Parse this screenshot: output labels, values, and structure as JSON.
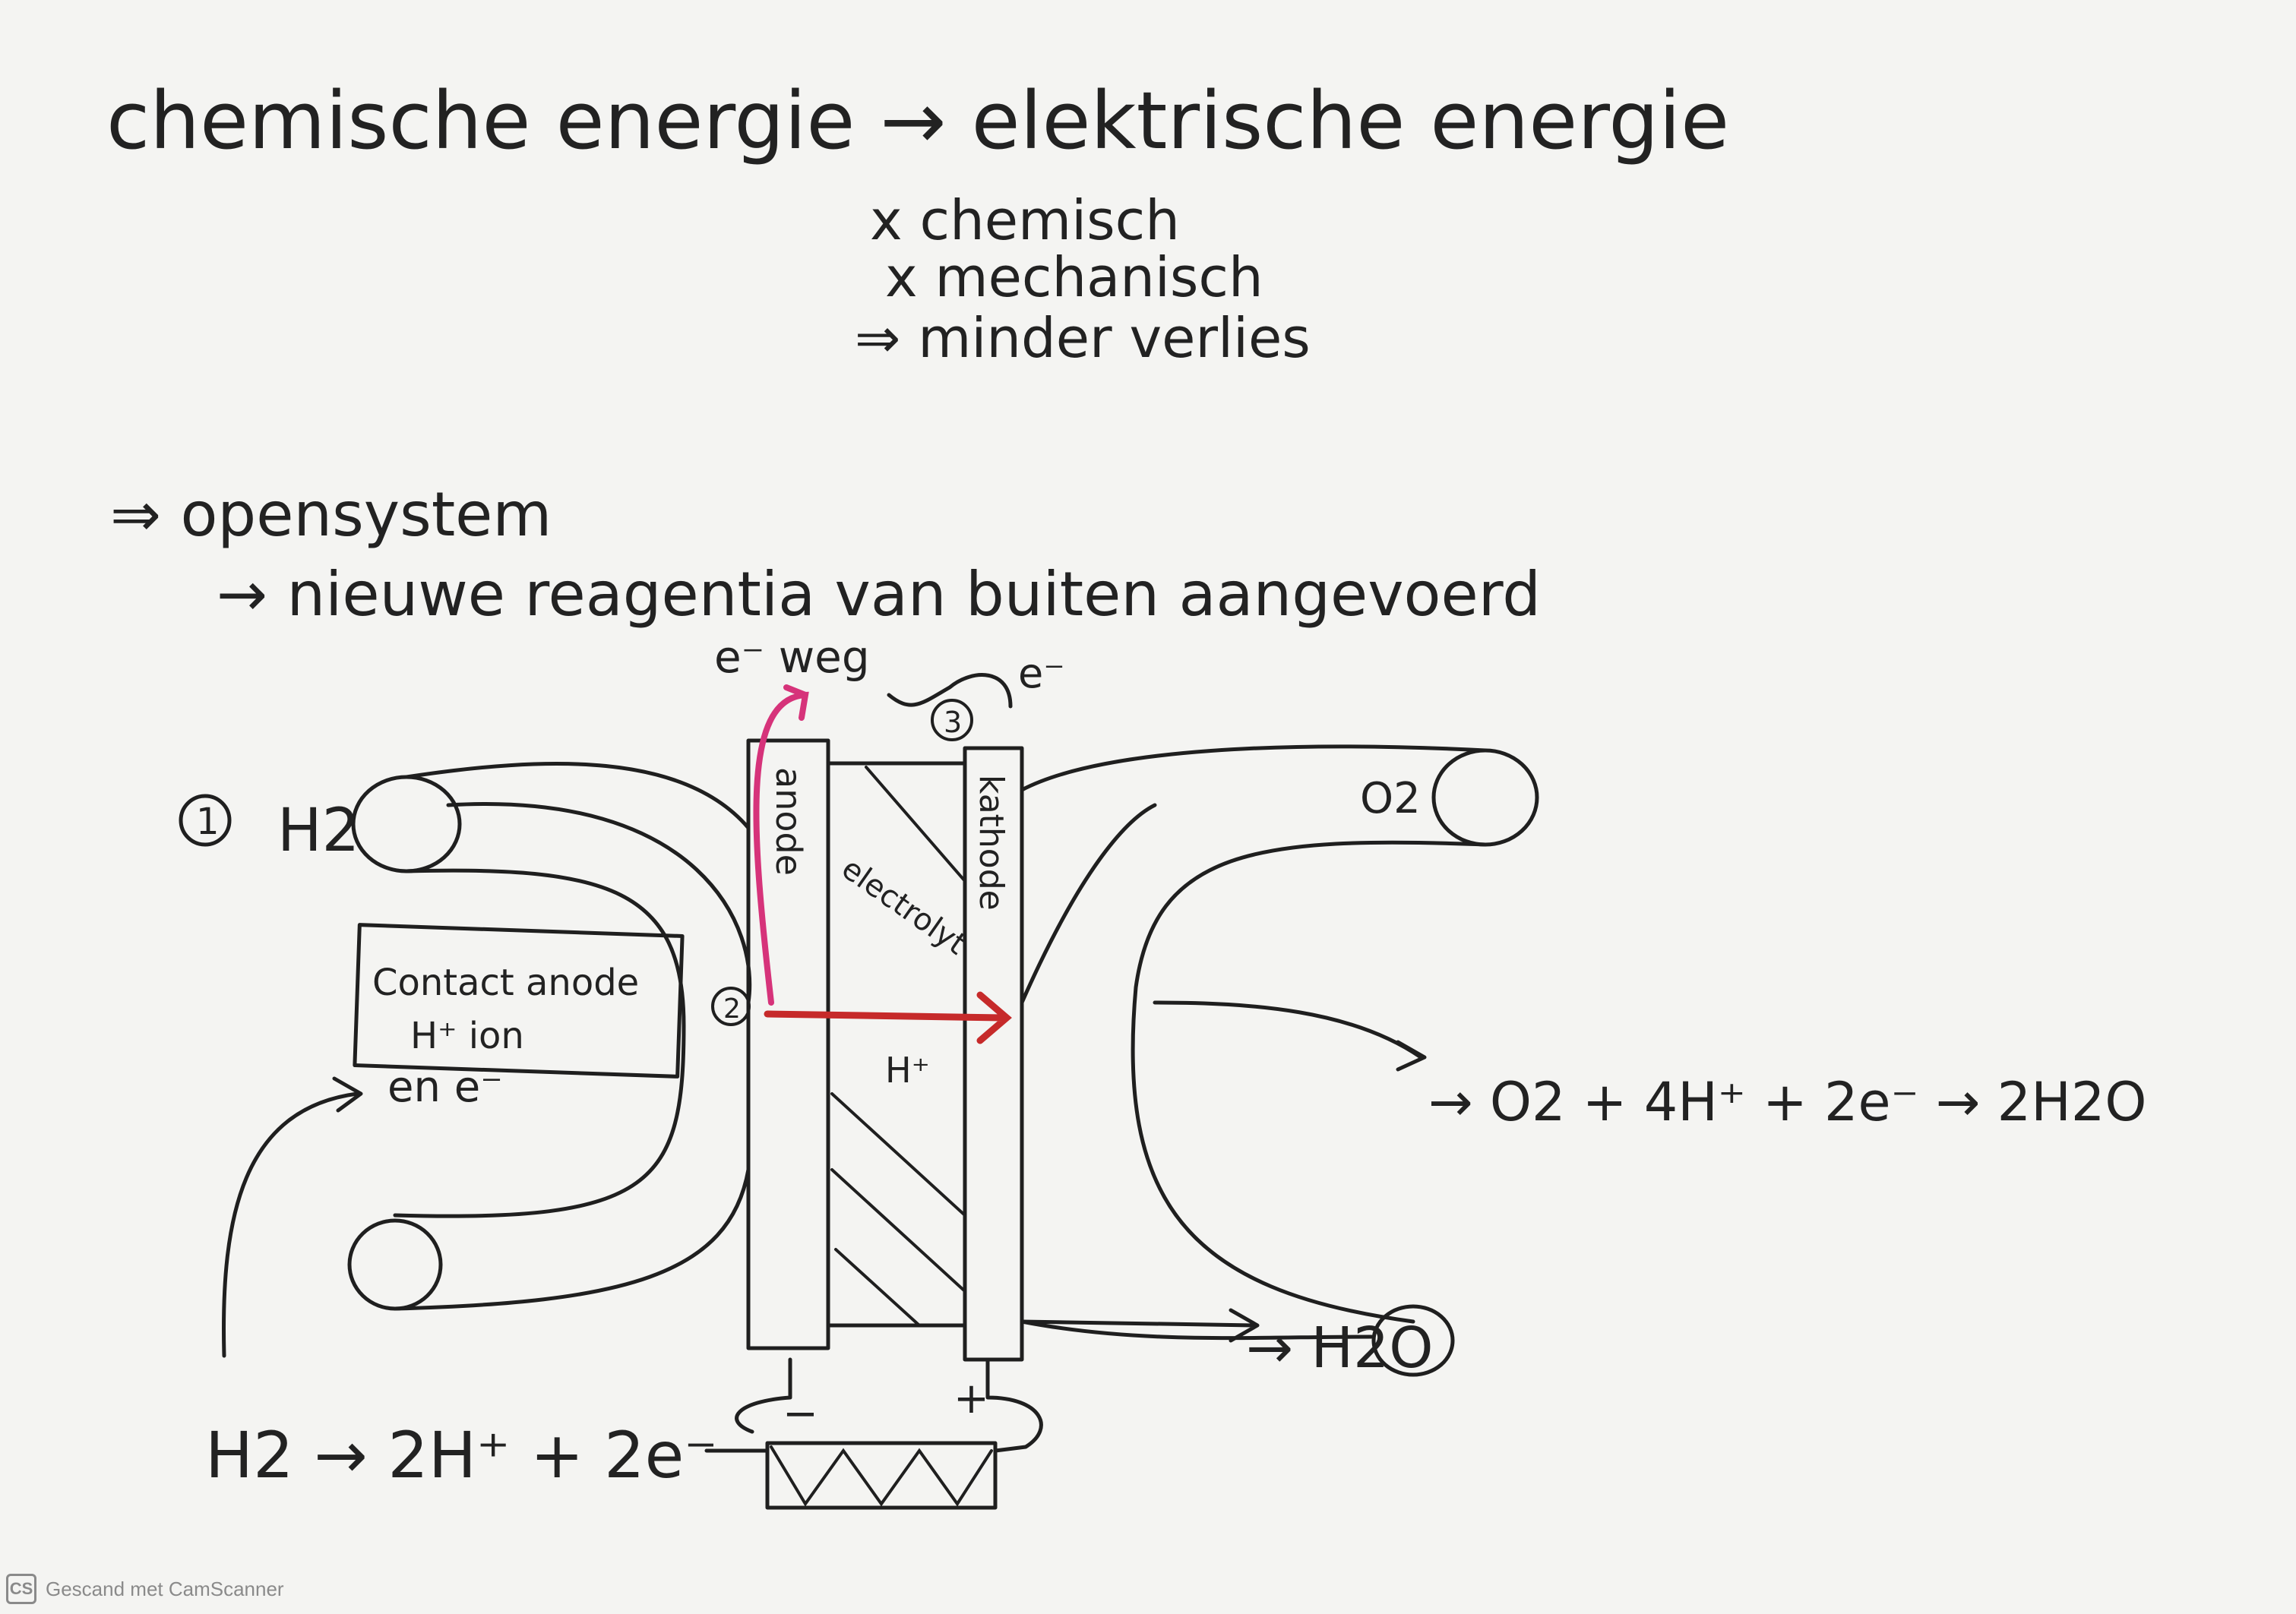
{
  "notes": {
    "title": "chemische energie → elektrische energie",
    "list": [
      "x chemisch",
      "x mechanisch",
      "⇒ minder verlies"
    ],
    "open_system": "⇒ opensystem",
    "open_system_detail": "→ nieuwe reagentia van buiten aangevoerd"
  },
  "diagram": {
    "step1": "1",
    "step2": "2",
    "step3": "3",
    "h2_in": "H2",
    "o2_in": "O2",
    "e_weg": "e⁻ weg",
    "e_minus": "e⁻",
    "anode": "anode",
    "kathode": "kathode",
    "electrolyt": "electrolyt",
    "h_plus": "H⁺",
    "contact_box_line1": "Contact anode",
    "contact_box_line2": "H⁺ ion",
    "contact_box_line3": "en e⁻",
    "cathode_reaction": "→ O2 + 4H⁺ + 2e⁻ → 2H2O",
    "h2o_out": "→ H2O",
    "anode_reaction": "H2 → 2H⁺ + 2e⁻",
    "minus_terminal": "−",
    "plus_terminal": "+",
    "colors": {
      "ink": "#1f1f1f",
      "pink": "#d6337a",
      "red": "#c62a2a",
      "paper": "#f4f4f2"
    }
  },
  "footer": {
    "logo": "CS",
    "text": "Gescand met CamScanner"
  }
}
